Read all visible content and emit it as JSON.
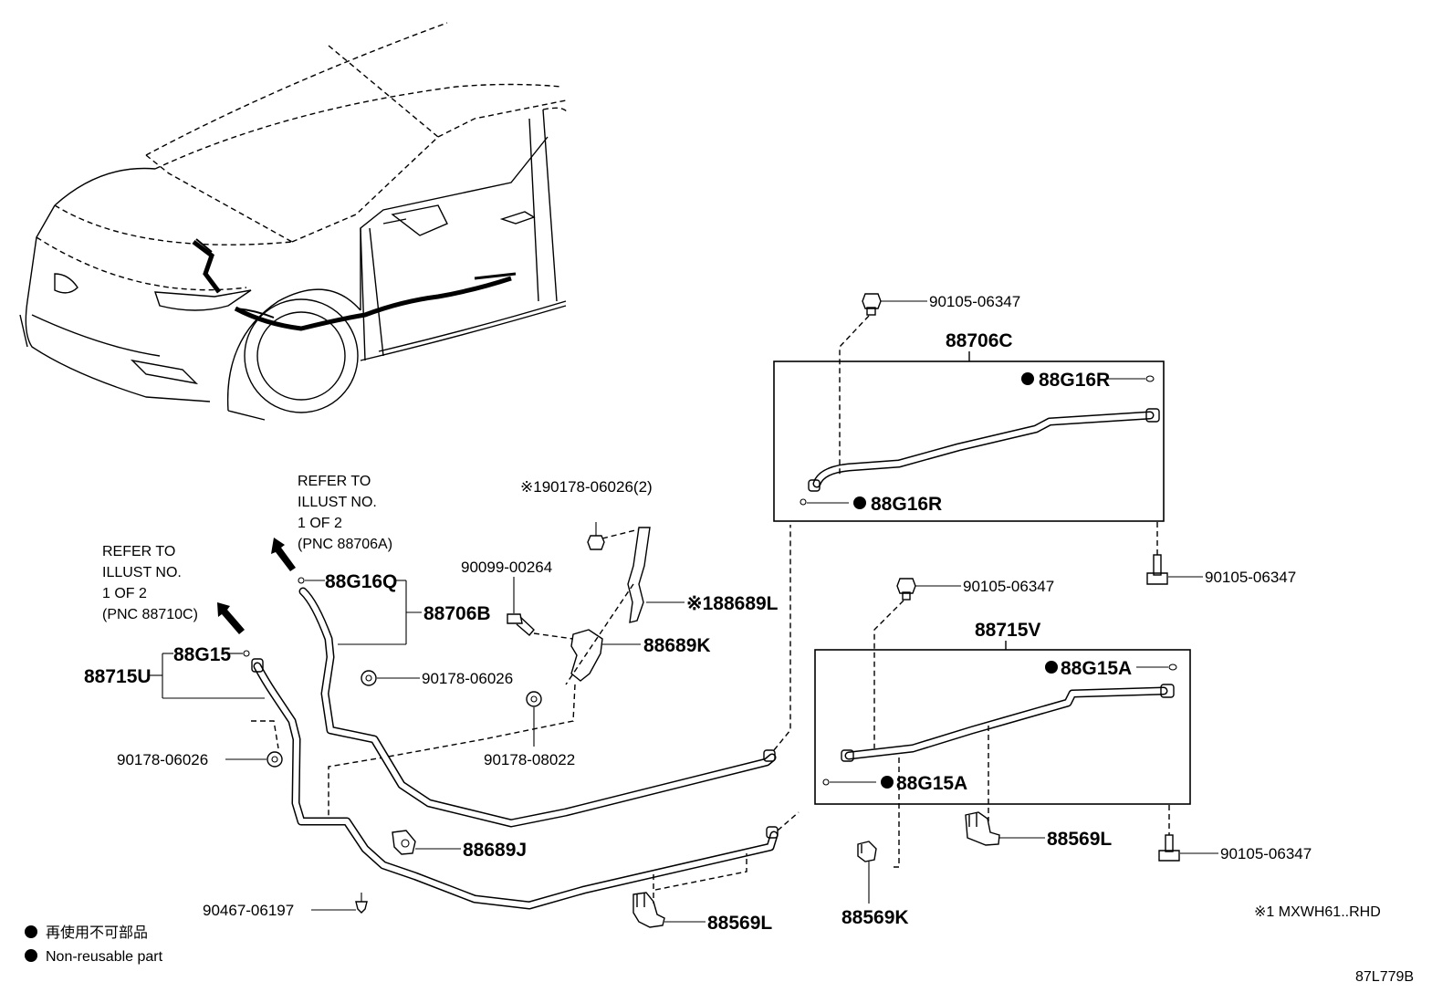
{
  "labels": {
    "p_88706C": "88706C",
    "p_88G16R_top": "88G16R",
    "p_88G16R_bot": "88G16R",
    "p_90105_06347_a": "90105-06347",
    "p_90105_06347_b": "90105-06347",
    "p_90105_06347_c": "90105-06347",
    "p_90105_06347_d": "90105-06347",
    "p_88715V": "88715V",
    "p_88G15A_top": "88G15A",
    "p_88G15A_bot": "88G15A",
    "p_88569L_right": "88569L",
    "p_88569L_left": "88569L",
    "p_88569K": "88569K",
    "p_190178_06026": "※190178-06026(2)",
    "p_90099_00264": "90099-00264",
    "p_88689L": "※188689L",
    "p_88689K": "88689K",
    "p_90178_06026_a": "90178-06026",
    "p_90178_06026_b": "90178-06026",
    "p_90178_08022": "90178-08022",
    "p_88G16Q": "88G16Q",
    "p_88706B": "88706B",
    "p_88G15": "88G15",
    "p_88715U": "88715U",
    "p_88689J": "88689J",
    "p_90467_06197": "90467-06197"
  },
  "refer1": [
    "REFER TO",
    "ILLUST NO.",
    "1 OF 2",
    "(PNC 88706A)"
  ],
  "refer2": [
    "REFER TO",
    "ILLUST NO.",
    "1 OF 2",
    "(PNC 88710C)"
  ],
  "legend": {
    "jp": "再使用不可部品",
    "en": "Non-reusable part"
  },
  "footnote": "※1 MXWH61..RHD",
  "illust_code": "87L779B"
}
